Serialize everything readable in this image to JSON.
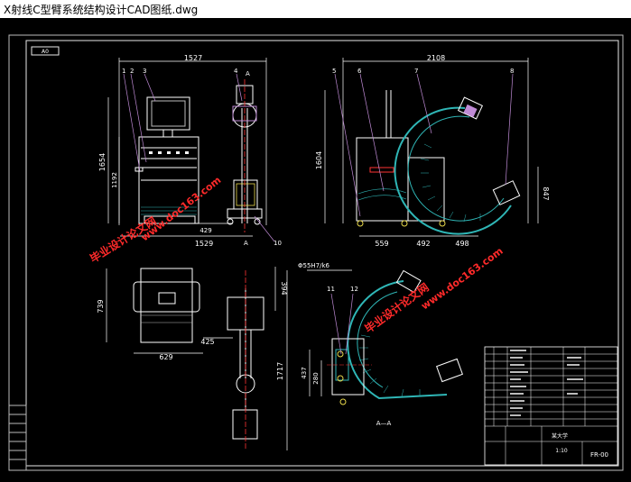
{
  "window": {
    "title": "X射线C型臂系统结构设计CAD图纸.dwg"
  },
  "drawing": {
    "sheet_tag": "A0",
    "dimensions": {
      "top_width_left": "1527",
      "top_width_right": "2108",
      "height_left": "1654",
      "height_left_inner": "1192",
      "height_right": "1604",
      "right_847": "847",
      "bottom_429": "429",
      "bottom_1529": "1529",
      "bottom_559": "559",
      "bottom_492": "492",
      "bottom_498": "498",
      "left_739": "739",
      "mid_425": "425",
      "mid_629": "629",
      "mid_394": "394",
      "mid_1717": "1717",
      "bore": "Φ55H7/k6",
      "dim_437": "437",
      "dim_280": "280"
    },
    "balloons": [
      "1",
      "2",
      "3",
      "4",
      "5",
      "6",
      "7",
      "8",
      "10",
      "11",
      "12"
    ],
    "section_marks": {
      "top": "A",
      "bottom": "A",
      "label": "A—A"
    },
    "title_block": {
      "drawing_no": "FR-00",
      "unit_name": "某大学",
      "scale_text": "1:10"
    },
    "watermarks": [
      "毕业设计论文网",
      "www.doc163.com"
    ]
  },
  "colors": {
    "bg": "#000000",
    "frame": "#e8e8e8",
    "dim": "#ffffff",
    "part": "#c08bd6",
    "hatch": "#2fb6b6",
    "dim_blue": "#3a7bd5",
    "red": "#ff3333",
    "yellow": "#e8d84a",
    "watermark": "#ff2a2a"
  }
}
